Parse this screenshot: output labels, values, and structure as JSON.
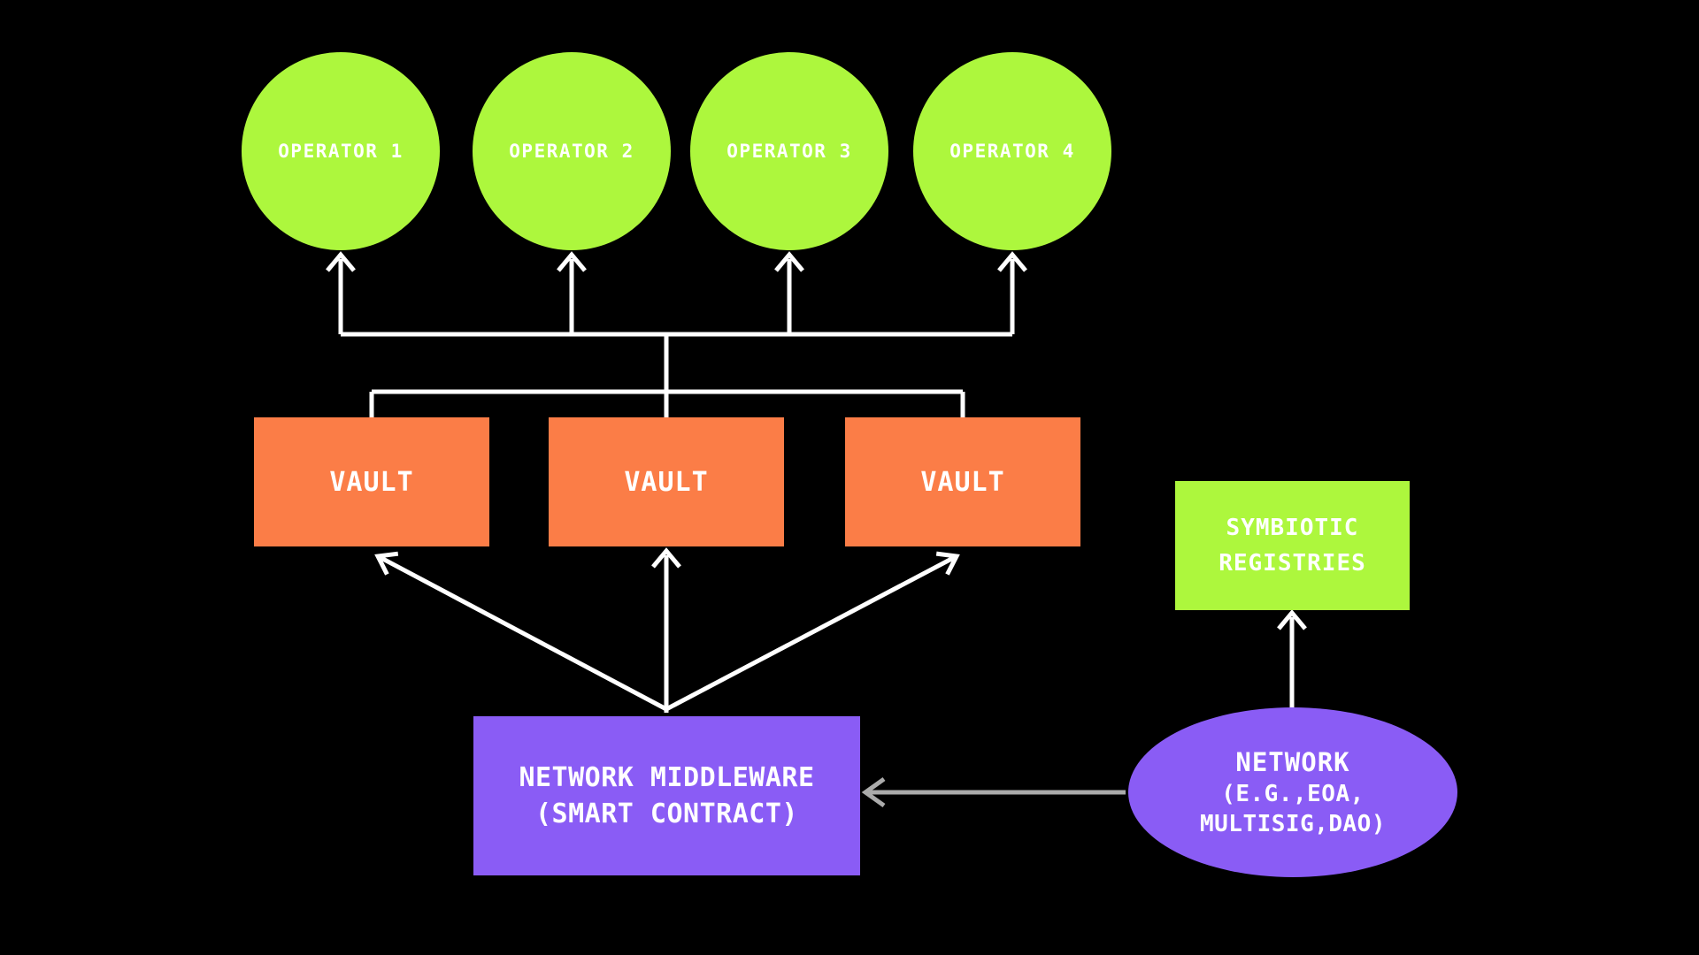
{
  "colors": {
    "background": "#000000",
    "green": "#ADF73D",
    "orange": "#FB7D47",
    "purple": "#8A5CF5",
    "white_line": "#FFFFFF",
    "gray_line": "#ABABAB",
    "label_text": "#FFFFFF"
  },
  "operators": [
    {
      "label": "OPERATOR 1"
    },
    {
      "label": "OPERATOR 2"
    },
    {
      "label": "OPERATOR 3"
    },
    {
      "label": "OPERATOR 4"
    }
  ],
  "vaults": [
    {
      "label": "VAULT"
    },
    {
      "label": "VAULT"
    },
    {
      "label": "VAULT"
    }
  ],
  "middleware": {
    "line1": "NETWORK MIDDLEWARE",
    "line2": "(SMART CONTRACT)"
  },
  "registries": {
    "line1": "SYMBIOTIC",
    "line2": "REGISTRIES"
  },
  "network": {
    "line1": "NETWORK",
    "line2": "(E.G.,EOA,",
    "line3": "MULTISIG,DAO)"
  }
}
